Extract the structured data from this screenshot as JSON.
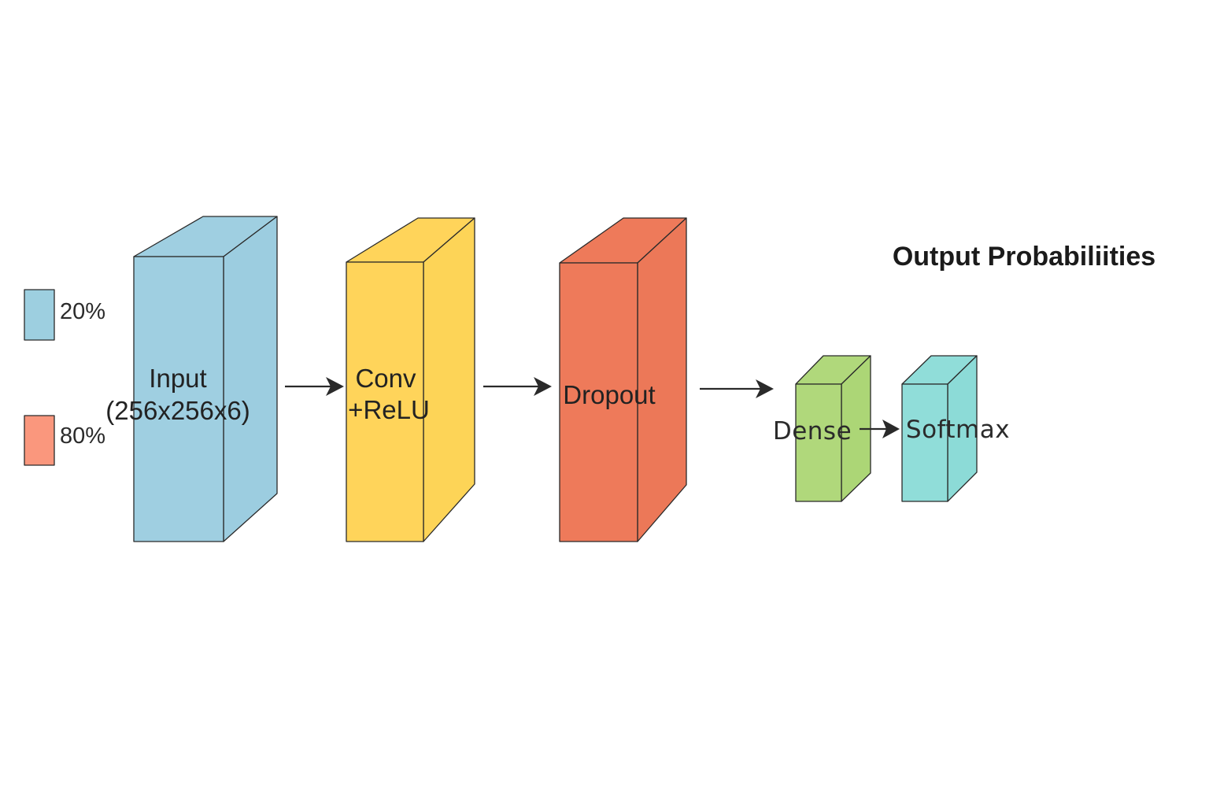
{
  "title": "Output Probabiliities",
  "legend": [
    {
      "label": "20%",
      "color": "#9dcfe0"
    },
    {
      "label": "80%",
      "color": "#fa977d"
    }
  ],
  "layers": {
    "input": {
      "line1": "Input",
      "line2": "(256x256x6)",
      "front_color": "#9fcfe1",
      "top_color": "#9fcfe1",
      "side_color": "#9ccde0"
    },
    "conv": {
      "line1": "Conv",
      "line2": "+ReLU",
      "front_color": "#ffd45a",
      "top_color": "#ffd45a",
      "side_color": "#fdd457"
    },
    "dropout": {
      "line1": "Dropout",
      "front_color": "#ee7a5a",
      "top_color": "#ee7a5a",
      "side_color": "#ec7858"
    },
    "dense": {
      "line1": "Dense",
      "front_color": "#b0d87b",
      "top_color": "#b0d87b",
      "side_color": "#acd676"
    },
    "softmax": {
      "line1": "Softmax",
      "front_color": "#90ddd9",
      "top_color": "#90ddd9",
      "side_color": "#8cdbd7"
    }
  }
}
